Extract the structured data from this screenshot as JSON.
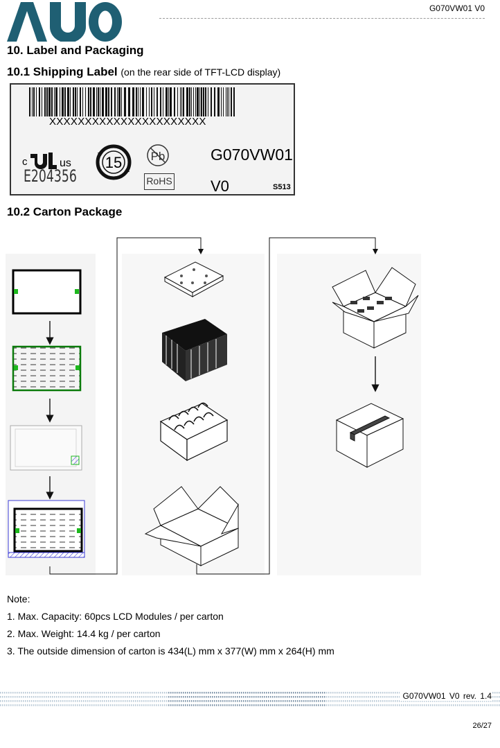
{
  "header": {
    "logo_text": "AUO",
    "doc_id": "G070VW01 V0"
  },
  "section": {
    "title": "10. Label and Packaging",
    "shipping_label_title": "10.1 Shipping Label",
    "shipping_label_sub": "(on the rear side of TFT-LCD display)",
    "carton_title": "10.2 Carton Package"
  },
  "label": {
    "barcode_text": "XXXXXXXXXXXXXXXXXXXXXX",
    "ul_c": "c",
    "ul_us": "us",
    "cert_number": "E204356",
    "badge_number": "15",
    "pb_text": "Pb",
    "rohs_text": "RoHS",
    "model": "G070VW01",
    "version": "V0",
    "code": "S513"
  },
  "notes": {
    "heading": "Note:",
    "items": [
      "1. Max. Capacity: 60pcs LCD Modules / per carton",
      "2. Max. Weight: 14.4 kg / per carton",
      "3. The outside dimension of carton is 434(L) mm x 377(W) mm x 264(H) mm"
    ]
  },
  "footer": {
    "doc_rev": "G070VW01  V0  rev.  1.4",
    "page": "26/27"
  },
  "colors": {
    "logo": "#1f5f73",
    "accent_green": "#1db81d",
    "frame_blue": "#3b3bd6"
  },
  "icons": [
    "ul-mark-icon",
    "recycle-15-icon",
    "pb-free-icon",
    "rohs-icon",
    "barcode-icon",
    "tray-icon",
    "carton-icon"
  ]
}
